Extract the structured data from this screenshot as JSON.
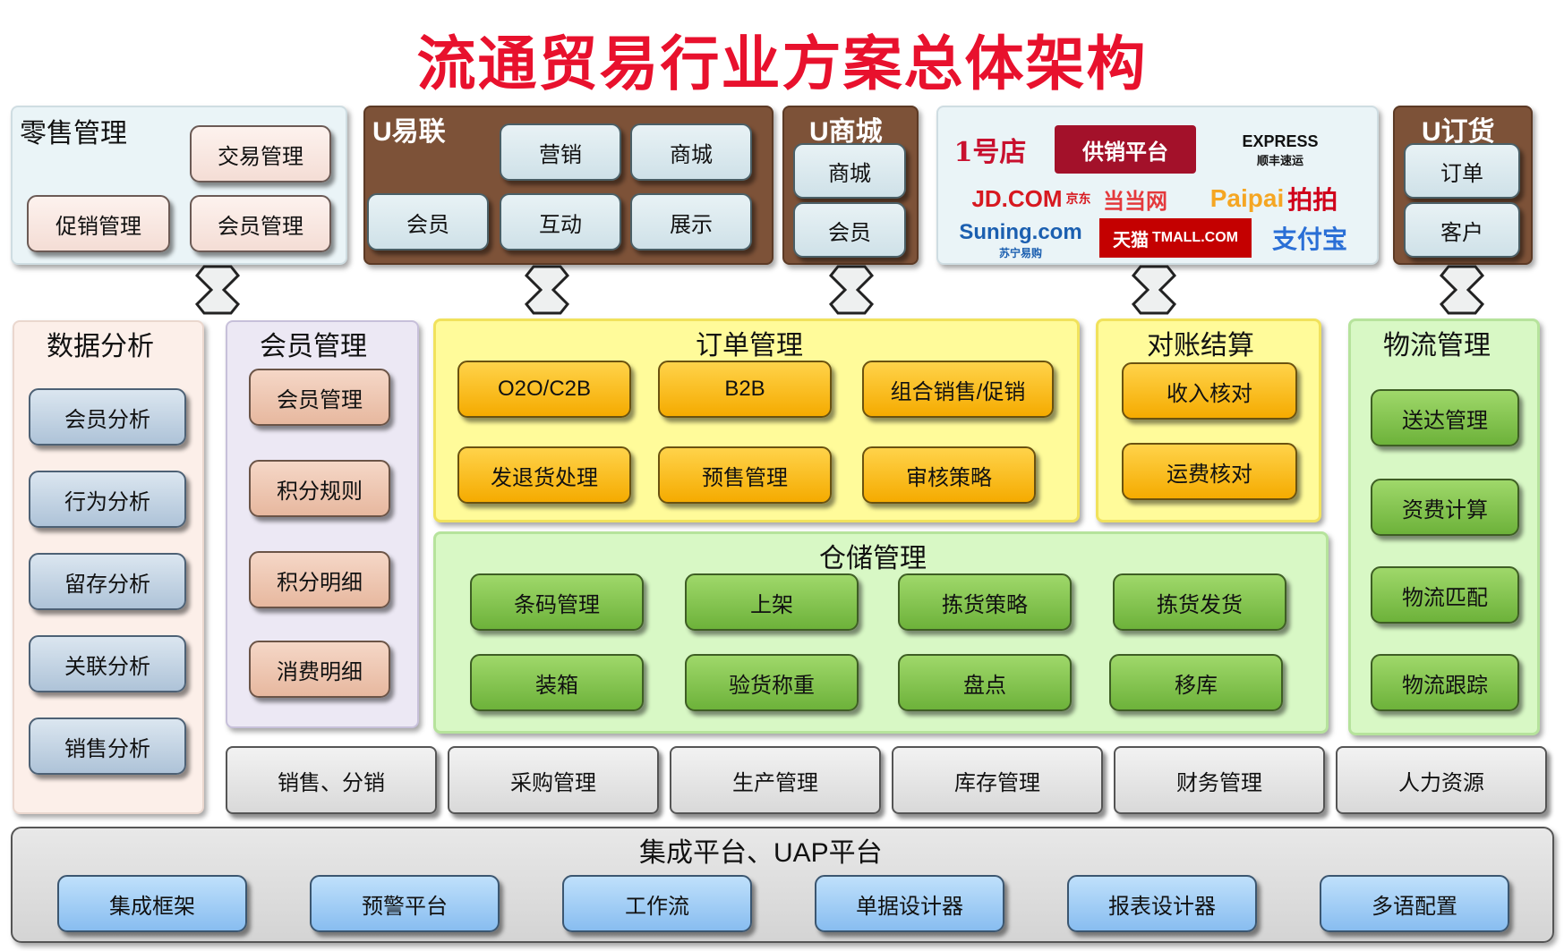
{
  "title": "流通贸易行业方案总体架构",
  "retail": {
    "title": "零售管理",
    "items": [
      "交易管理",
      "促销管理",
      "会员管理"
    ]
  },
  "uyilian": {
    "title": "U易联",
    "items": [
      "营销",
      "商城",
      "会员",
      "互动",
      "展示"
    ]
  },
  "ushangcheng": {
    "title": "U商城",
    "items": [
      "商城",
      "会员"
    ]
  },
  "partners": {
    "logos": [
      "1号店",
      "供销平台",
      "EXPRESS",
      "顺丰速运",
      "JD.COM",
      "京东",
      "当当网",
      "Paipai",
      "拍拍",
      "Suning.com",
      "苏宁易购",
      "天猫",
      "TMALL.COM",
      "支付宝"
    ]
  },
  "udinghuo": {
    "title": "U订货",
    "items": [
      "订单",
      "客户"
    ]
  },
  "data_analysis": {
    "title": "数据分析",
    "items": [
      "会员分析",
      "行为分析",
      "留存分析",
      "关联分析",
      "销售分析"
    ]
  },
  "member_mgmt": {
    "title": "会员管理",
    "items": [
      "会员管理",
      "积分规则",
      "积分明细",
      "消费明细"
    ]
  },
  "order_mgmt": {
    "title": "订单管理",
    "items": [
      "O2O/C2B",
      "B2B",
      "组合销售/促销",
      "发退货处理",
      "预售管理",
      "审核策略"
    ]
  },
  "settlement": {
    "title": "对账结算",
    "items": [
      "收入核对",
      "运费核对"
    ]
  },
  "logistics": {
    "title": "物流管理",
    "items": [
      "送达管理",
      "资费计算",
      "物流匹配",
      "物流跟踪"
    ]
  },
  "warehouse": {
    "title": "仓储管理",
    "items": [
      "条码管理",
      "上架",
      "拣货策略",
      "拣货发货",
      "装箱",
      "验货称重",
      "盘点",
      "移库"
    ]
  },
  "erp": {
    "items": [
      "销售、分销",
      "采购管理",
      "生产管理",
      "库存管理",
      "财务管理",
      "人力资源"
    ]
  },
  "platform": {
    "title": "集成平台、UAP平台",
    "items": [
      "集成框架",
      "预警平台",
      "工作流",
      "单据设计器",
      "报表设计器",
      "多语配置"
    ]
  },
  "colors": {
    "title": "#e8112d",
    "brown": "#7d5238",
    "yellow_panel": "#fffb9a",
    "green_panel": "#d8f8c5"
  }
}
